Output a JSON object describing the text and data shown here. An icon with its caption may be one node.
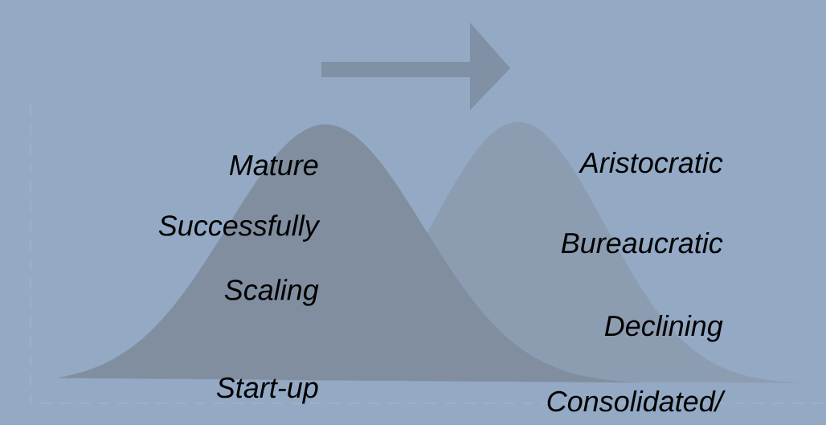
{
  "diagram": {
    "labels": [
      "Mature",
      "Aristocratic",
      "Successfully Scaling",
      "Bureaucratic",
      "Declining",
      "Start-up",
      "Consolidated/"
    ]
  }
}
